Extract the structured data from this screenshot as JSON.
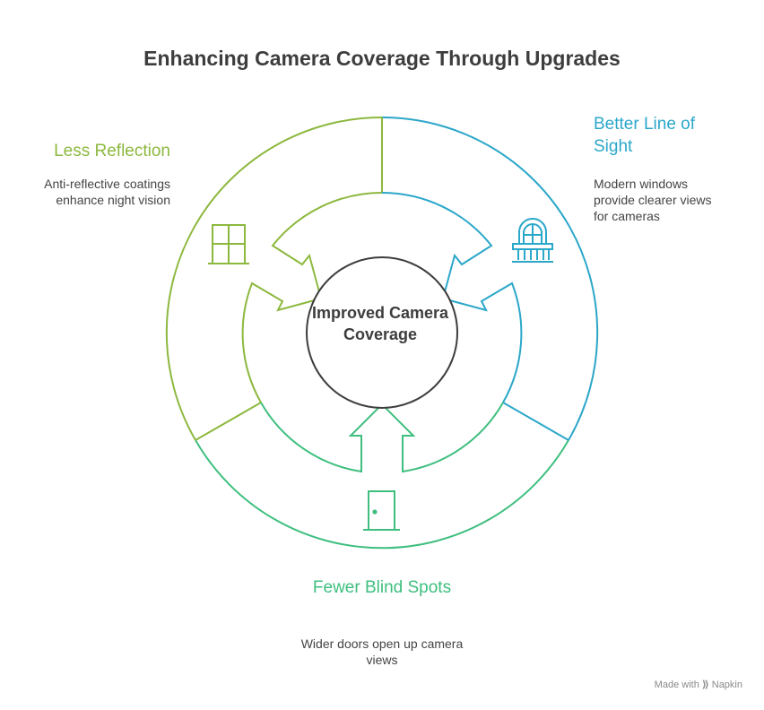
{
  "title": "Enhancing Camera Coverage Through Upgrades",
  "center": {
    "label": "Improved Camera Coverage"
  },
  "colors": {
    "left": "#8db83f",
    "right": "#2ba7c9",
    "bottom": "#3fbf7f",
    "center": "#3d3d3d"
  },
  "segments": {
    "left": {
      "heading": "Less Reflection",
      "description": "Anti-reflective coatings enhance night vision",
      "icon": "window-icon"
    },
    "right": {
      "heading": "Better Line of Sight",
      "description": "Modern windows provide clearer views for cameras",
      "icon": "balcony-window-icon"
    },
    "bottom": {
      "heading": "Fewer Blind Spots",
      "description": "Wider doors open up camera views",
      "icon": "door-icon"
    }
  },
  "footer": {
    "prefix": "Made with",
    "brand": "Napkin"
  }
}
